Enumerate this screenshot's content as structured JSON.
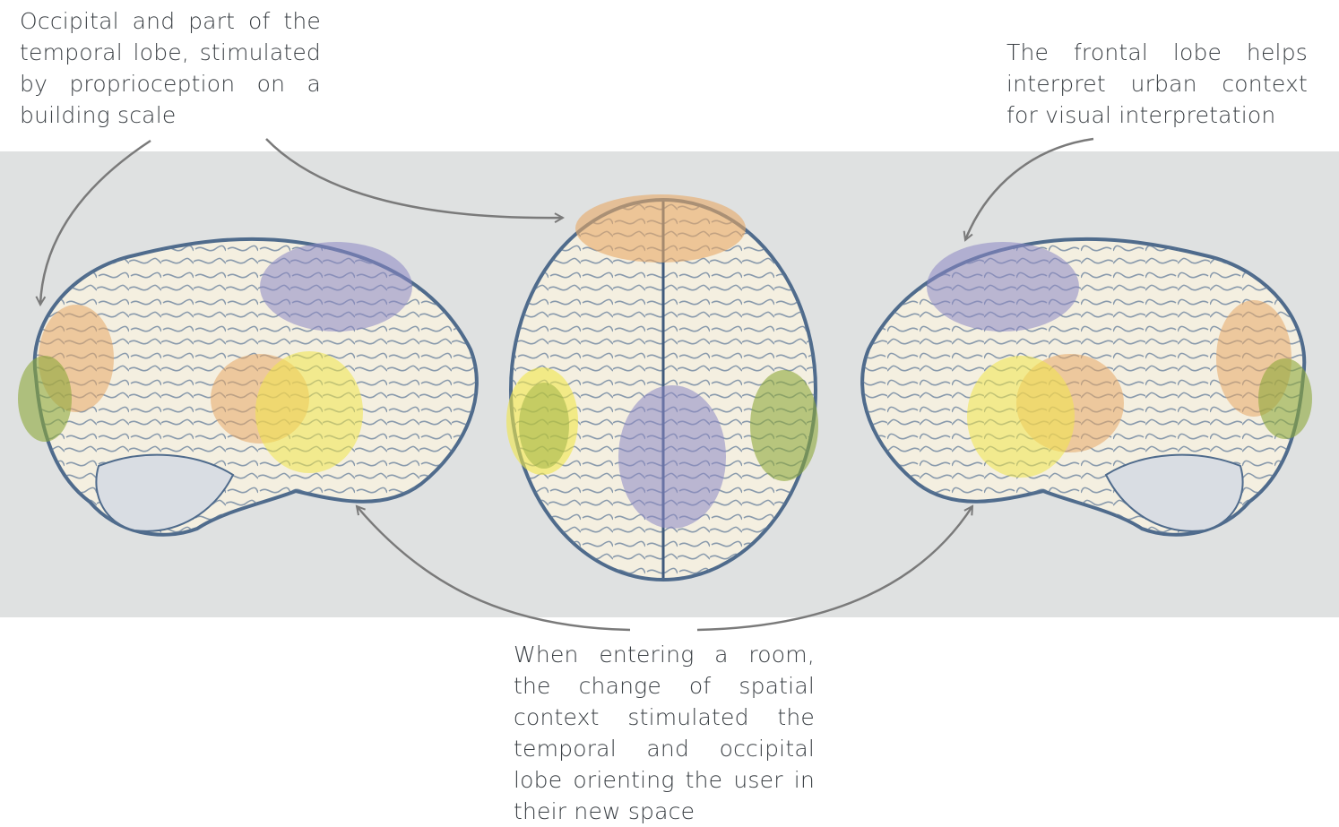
{
  "captions": {
    "top_left": "Occipital and part of the temporal lobe, stimulated by proprioception on a building scale",
    "top_right": "The frontal lobe helps interpret urban context for visual interpretation",
    "bottom": "When entering a room, the change of spatial context stimulated the temporal and occipital lobe orienting the user in their new space"
  },
  "colors": {
    "background_band": "#dfe1e1",
    "brain_fill": "#f4efe0",
    "brain_outline": "#4f6b8c",
    "region_orange": "#e8a866",
    "region_purple": "#8a86c4",
    "region_yellow": "#f0e64a",
    "region_green": "#8ea83a",
    "arrow": "#7a7a7a"
  }
}
